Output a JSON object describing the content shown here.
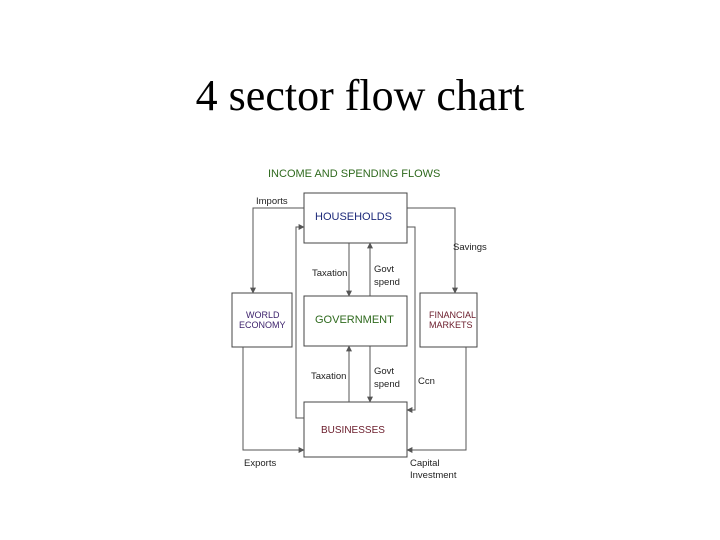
{
  "slide": {
    "title": "4 sector flow chart"
  },
  "diagram": {
    "heading": "INCOME AND SPENDING FLOWS",
    "colors": {
      "heading": "#2f6a1e",
      "households": "#1d2a7a",
      "government": "#2f6a1e",
      "businesses": "#6a1b2a",
      "world_economy": "#3a1f6a",
      "financial_markets": "#6a1b2a"
    },
    "nodes": {
      "households": "HOUSEHOLDS",
      "government": "GOVERNMENT",
      "businesses": "BUSINESSES",
      "world_economy": [
        "WORLD",
        "ECONOMY"
      ],
      "financial_markets": [
        "FINANCIAL",
        "MARKETS"
      ]
    },
    "flows": {
      "imports": "Imports",
      "savings": "Savings",
      "taxation_households": "Taxation",
      "govt_spend_households": [
        "Govt",
        "spend"
      ],
      "taxation_businesses": "Taxation",
      "govt_spend_businesses": [
        "Govt",
        "spend"
      ],
      "ccn": "Ccn",
      "exports": "Exports",
      "capital_investment": [
        "Capital",
        "Investment"
      ]
    }
  }
}
